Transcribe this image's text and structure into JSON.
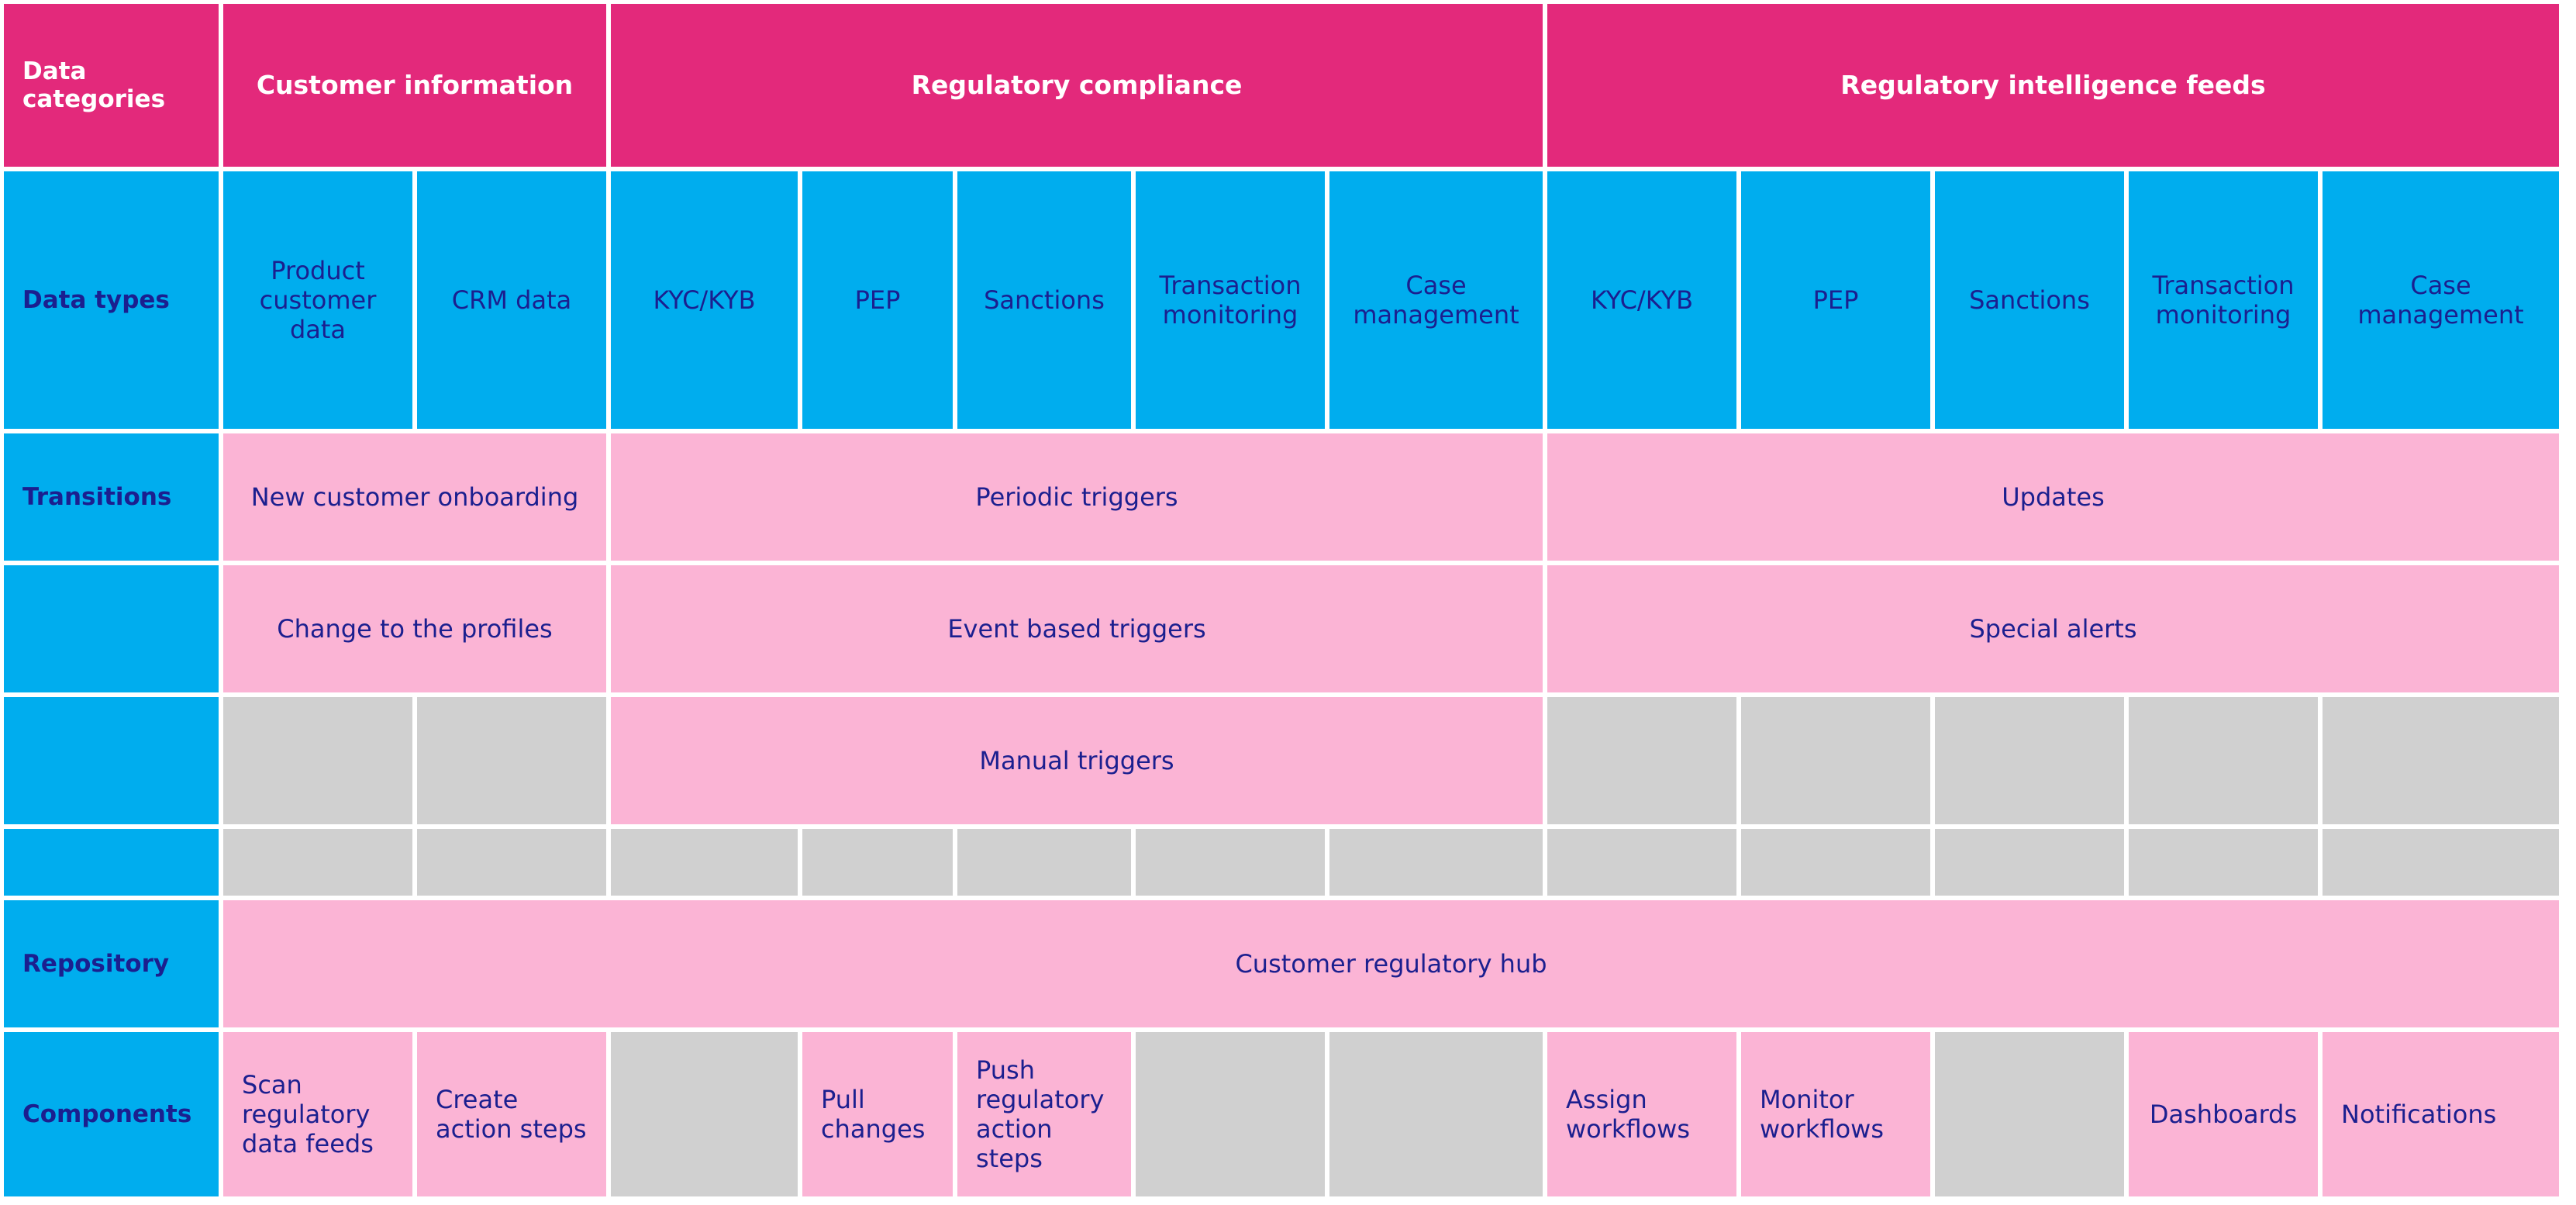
{
  "header": {
    "corner": "Data categories",
    "groups": [
      "Customer information",
      "Regulatory compliance",
      "Regulatory intelligence feeds"
    ]
  },
  "rows": {
    "data_types": "Data types",
    "transitions": "Transitions",
    "repository": "Repository",
    "components": "Components"
  },
  "data_types": [
    "Product customer data",
    "CRM data",
    "KYC/KYB",
    "PEP",
    "Sanctions",
    "Transaction monitoring",
    "Case management",
    "KYC/KYB",
    "PEP",
    "Sanctions",
    "Transaction monitoring",
    "Case management"
  ],
  "transitions": {
    "customer": [
      "New customer onboarding",
      "Change to the profiles"
    ],
    "compliance": [
      "Periodic triggers",
      "Event based triggers",
      "Manual triggers"
    ],
    "feeds": [
      "Updates",
      "Special alerts"
    ]
  },
  "repository": "Customer regulatory hub",
  "components": {
    "scan": "Scan regulatory data feeds",
    "create": "Create action steps",
    "pull": "Pull changes",
    "push": "Push regulatory action steps",
    "assign": "Assign workflows",
    "monitor": "Monitor workflows",
    "dashboards": "Dashboards",
    "notifications": "Notifications"
  },
  "colors": {
    "header": "#e3297b",
    "data_types": "#00adee",
    "content": "#fbb4d5",
    "empty": "#d0d0d0",
    "text": "#1b1f8f"
  }
}
